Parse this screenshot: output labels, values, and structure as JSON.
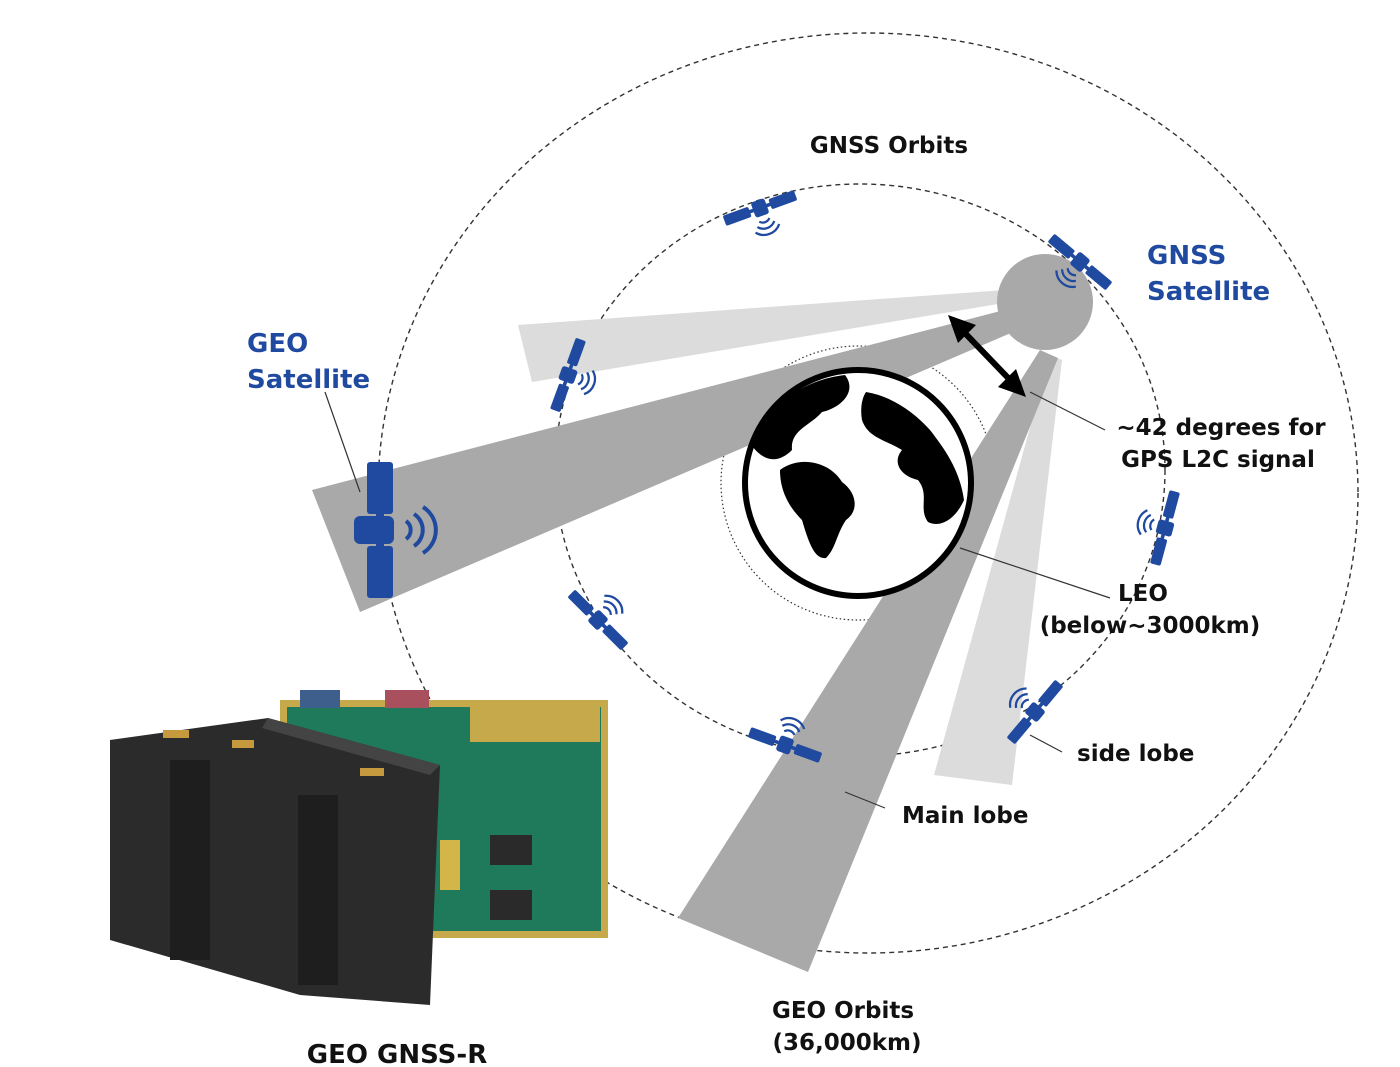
{
  "labels": {
    "gnss_orbits": "GNSS Orbits",
    "gnss_satellite": [
      "GNSS",
      "Satellite"
    ],
    "geo_satellite": [
      "GEO",
      "Satellite"
    ],
    "degrees": [
      "~42 degrees for",
      "GPS L2C signal"
    ],
    "leo": [
      "LEO",
      "(below~3000km)"
    ],
    "side_lobe": "side lobe",
    "main_lobe": "Main lobe",
    "geo_orbits": [
      "GEO Orbits",
      "(36,000km)"
    ],
    "device": "GEO GNSS-R"
  },
  "colors": {
    "satellite_blue": "#1f4aa0",
    "beam_dark": "#a9a9a9",
    "beam_light": "#dcdcdc",
    "text": "#111111",
    "earth_land": "#000000"
  },
  "icons": [
    "satellite-icon",
    "earth-globe-icon",
    "double-arrow-icon",
    "gnss-r-device-image"
  ]
}
